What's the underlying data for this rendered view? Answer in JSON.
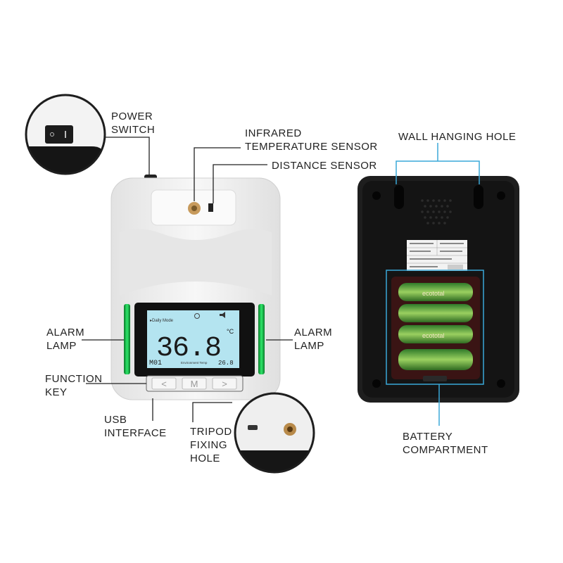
{
  "labels": {
    "power_switch": "POWER\nSWITCH",
    "infrared_sensor": "INFRARED\nTEMPERATURE SENSOR",
    "distance_sensor": "DISTANCE SENSOR",
    "wall_hanging_hole": "WALL HANGING HOLE",
    "alarm_lamp_left": "ALARM\nLAMP",
    "alarm_lamp_right": "ALARM\nLAMP",
    "function_key": "FUNCTION\nKEY",
    "usb_interface": "USB\nINTERFACE",
    "tripod_hole": "TRIPOD\nFIXING\nHOLE",
    "battery_compartment": "BATTERY\nCOMPARTMENT"
  },
  "screen": {
    "mode": "▸Daily Mode",
    "temperature": "36.8",
    "unit": "°C",
    "memory": "M01",
    "ambient_label": "Environment Temp",
    "ambient_value": "26.8"
  },
  "keys": {
    "left": "<",
    "mode": "M",
    "right": ">"
  },
  "battery_brand": "ecototal",
  "colors": {
    "alarm_lamp": "#2ee86a",
    "screen": "#b4e4f0",
    "callout_line": "#3aa8d8",
    "device_body": "#eeeeee",
    "back_panel": "#1e1e1e"
  }
}
